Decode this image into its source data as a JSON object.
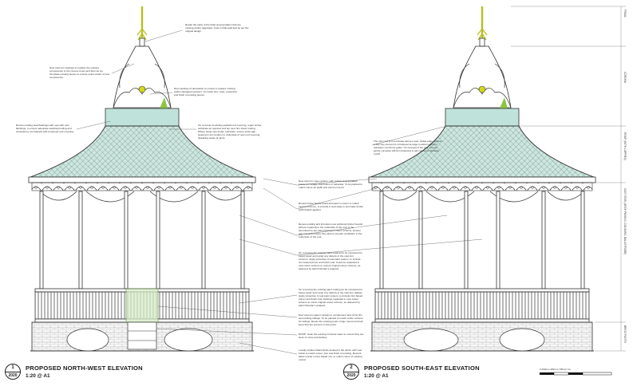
{
  "drawings": [
    {
      "number": "1",
      "year": "2020",
      "title": "PROPOSED NORTH-WEST ELEVATION",
      "scale": "1:20 @ A1"
    },
    {
      "number": "2",
      "year": "2020",
      "title": "PROPOSED SOUTH-EAST ELEVATION",
      "scale": "1:20 @ A1"
    }
  ],
  "levels": [
    "FINIAL",
    "CORONA",
    "ROOF (WITH LOPPIES)",
    "CAST IRON (ARCH PANELS, COLUMNS, BALUSTRADE)",
    "BRICK PLINTH"
  ],
  "scale_bar": "0    200mm  300mm  700mm         1m",
  "notes_left": [
    "Repair the parts of the finial ornamentation that are missing and/or degraded. Coat in 24kt gold leaf as per the original design.",
    "New cast iron castings to replace the missing components to the corona crown and fleur de lys. Template existing pieces to ensure exact match of new components.",
    "New castings of decoration to corona to replace missing and/or damaged sections. To match size, style, proportion and finish of existing pieces.",
    "Renew existing lead flashings with new with new flashings, to ensure adequate weatherproofing and consistency of materials with proposed roof covering.",
    "On removal of existing asphalt roof covering, repair timber substrate as required and lay new zinc sheet roofing. Where fixing new timber substrate, ensure joints gap spacing is set medium to underside of new roof covering. Speaking waste at joints."
  ],
  "notes_centre": [
    "The zinc roof is to terminate along a neat, folded edge. Ensure a drip tray element is introduced at edge to allow sufficient rainwater runoff into gutter. On renewal of the roof, a more gentle curvature will be introduced to aid control of rainwater runoff.",
    "New cast iron ogee gutters, with outlets at designated points to manage distribution of rainwater. To be painted to match colour as staffs and cast iron items.",
    "Renew timber fascia board and paint in colour to match cast iron frames, to provide a neat edge to terminate timber soffit boards against.",
    "Renew existing and introduce new softwood timber boards (where required) to the underside of the roof, to be decorated by per paint historian's colour scheme. Ensure gap in boards where they abut to provide ventilation to the underside of the roof.",
    "On removing the existing paint coating (to be conducted to base) repair and repair any defects in the cast iron columns. Apply protective 3 coat paint system, to include zinc based primer and finish coat. Columns repainted in new colour scheme to restore original colour scheme, as deduced by paint historian's analysis.",
    "On removing the existing paint coating (to be conducted to base) repair and repair any defects in the cast iron railings. Apply protective 3 coat paint system, to include zinc based primer and finish coat. Railings repainted in new colour scheme to mimic original colour scheme, as deduced by paint historian's analysis.",
    "New cast iron gate is design to complement and mimic the surrounding railings. To be painted to match colour scheme for railings. Reuse the existing posts, hinge mount and lock keep that are present on the posts.",
    "DOOP: clean the existing concrete steps to ensure they are clear of moss and detritus.",
    "Locally replace failed bricks located to the plinth, with new bricks to match colour, size and finish of existing. Repoint failed mortar in lime based mix, to match colour of existing mortar."
  ]
}
